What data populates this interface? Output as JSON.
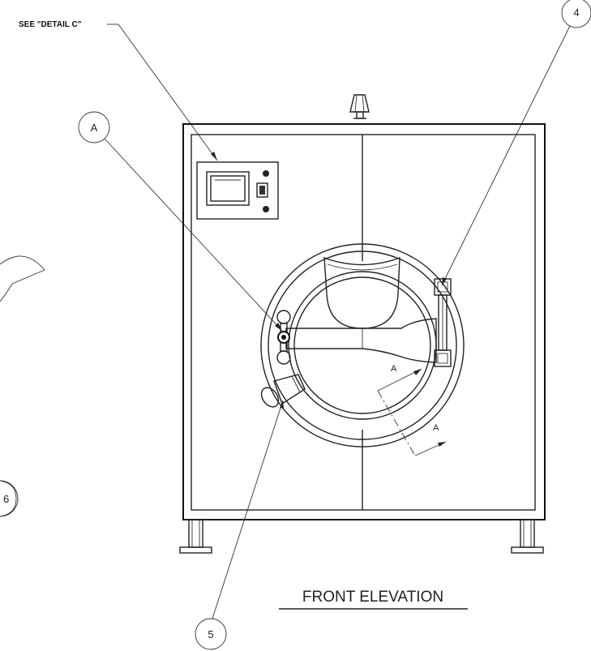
{
  "drawing": {
    "title": "FRONT ELEVATION",
    "detail_callout": "SEE \"DETAIL C\"",
    "bubbles": {
      "a": "A",
      "four": "4",
      "five": "5",
      "six": "6"
    },
    "section_marks": {
      "upper": "A",
      "lower": "A"
    }
  }
}
